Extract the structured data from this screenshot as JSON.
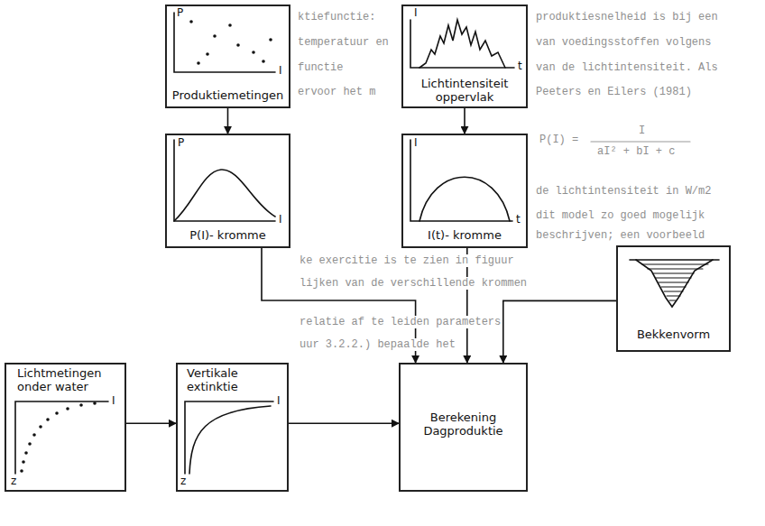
{
  "diagram": {
    "nodes": [
      {
        "text": [
          "Produktiemetingen"
        ]
      },
      {
        "text": [
          "Lichtintensiteit oppervlak"
        ]
      },
      {
        "text": [
          "P(I)- kromme"
        ]
      },
      {
        "text": [
          "I(t)- kromme"
        ]
      },
      {
        "text": [
          "Bekkenvorm"
        ]
      },
      {
        "text": [
          "Lichtmetingen onder water"
        ]
      },
      {
        "text": [
          "Vertikale extinktie"
        ]
      },
      {
        "text": [
          "Berekening Dagproduktie"
        ]
      }
    ],
    "edges": [
      {
        "from": 0,
        "to": 2,
        "arrow": "to"
      },
      {
        "from": 1,
        "to": 3,
        "arrow": "to"
      },
      {
        "from": 2,
        "to": 7,
        "arrow": "to"
      },
      {
        "from": 3,
        "to": 7,
        "arrow": "to"
      },
      {
        "from": 4,
        "to": 7,
        "arrow": "to"
      },
      {
        "from": 5,
        "to": 6,
        "arrow": "to"
      },
      {
        "from": 6,
        "to": 7,
        "arrow": "to"
      }
    ],
    "labels": [
      "P",
      "I",
      "I",
      "t",
      "P",
      "I",
      "I",
      "t",
      "I",
      "z",
      "I",
      "z",
      "ktiefunctie:",
      "temperatuur en",
      "functie",
      "ervoor het m",
      "produktiesnelheid is bij een",
      "van voedingsstoffen volgens",
      "van de lichtintensiteit. Als",
      "Peeters en Eilers (1981)",
      "P(I) =",
      "I",
      "aI² + bI + c",
      "de lichtintensiteit in W/m2",
      "dit model zo goed mogelijk",
      "beschrijven; een voorbeeld",
      "ke exercitie is te zien in figuur",
      "lijken van de verschillende krommen",
      "relatie af te leiden parameters",
      "uur 3.2.2.) bepaalde het"
    ]
  }
}
